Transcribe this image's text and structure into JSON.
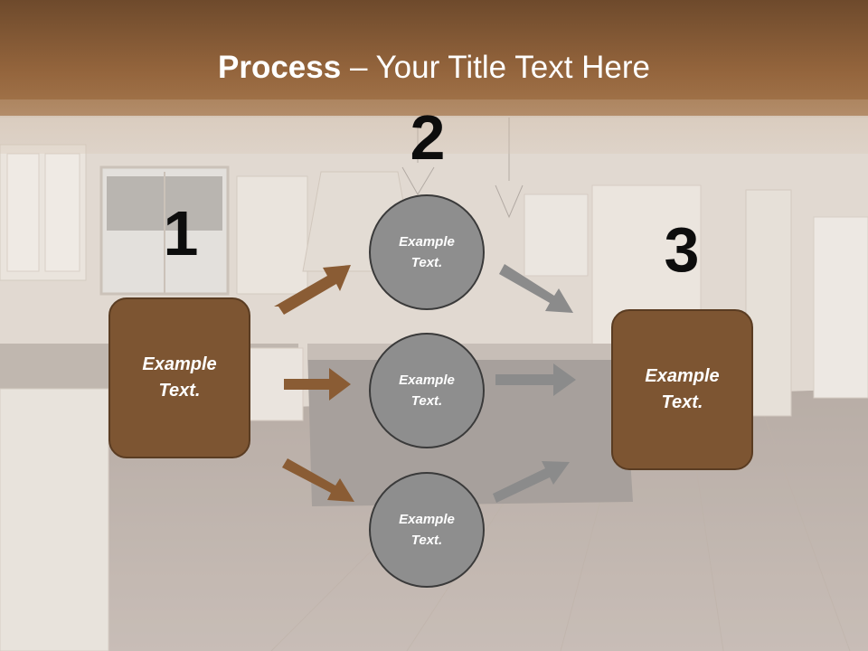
{
  "title": {
    "bold": "Process",
    "rest": " – Your Title Text Here"
  },
  "steps": {
    "one": "1",
    "two": "2",
    "three": "3"
  },
  "left_box": {
    "line1": "Example",
    "line2": "Text."
  },
  "right_box": {
    "line1": "Example",
    "line2": "Text."
  },
  "circles": [
    {
      "line1": "Example",
      "line2": "Text."
    },
    {
      "line1": "Example",
      "line2": "Text."
    },
    {
      "line1": "Example",
      "line2": "Text."
    }
  ],
  "colors": {
    "brown": "#7d5532",
    "gray_circle": "#8e8e8e",
    "gray_arrow": "#8a8a8a",
    "header": "#8a5c34"
  }
}
